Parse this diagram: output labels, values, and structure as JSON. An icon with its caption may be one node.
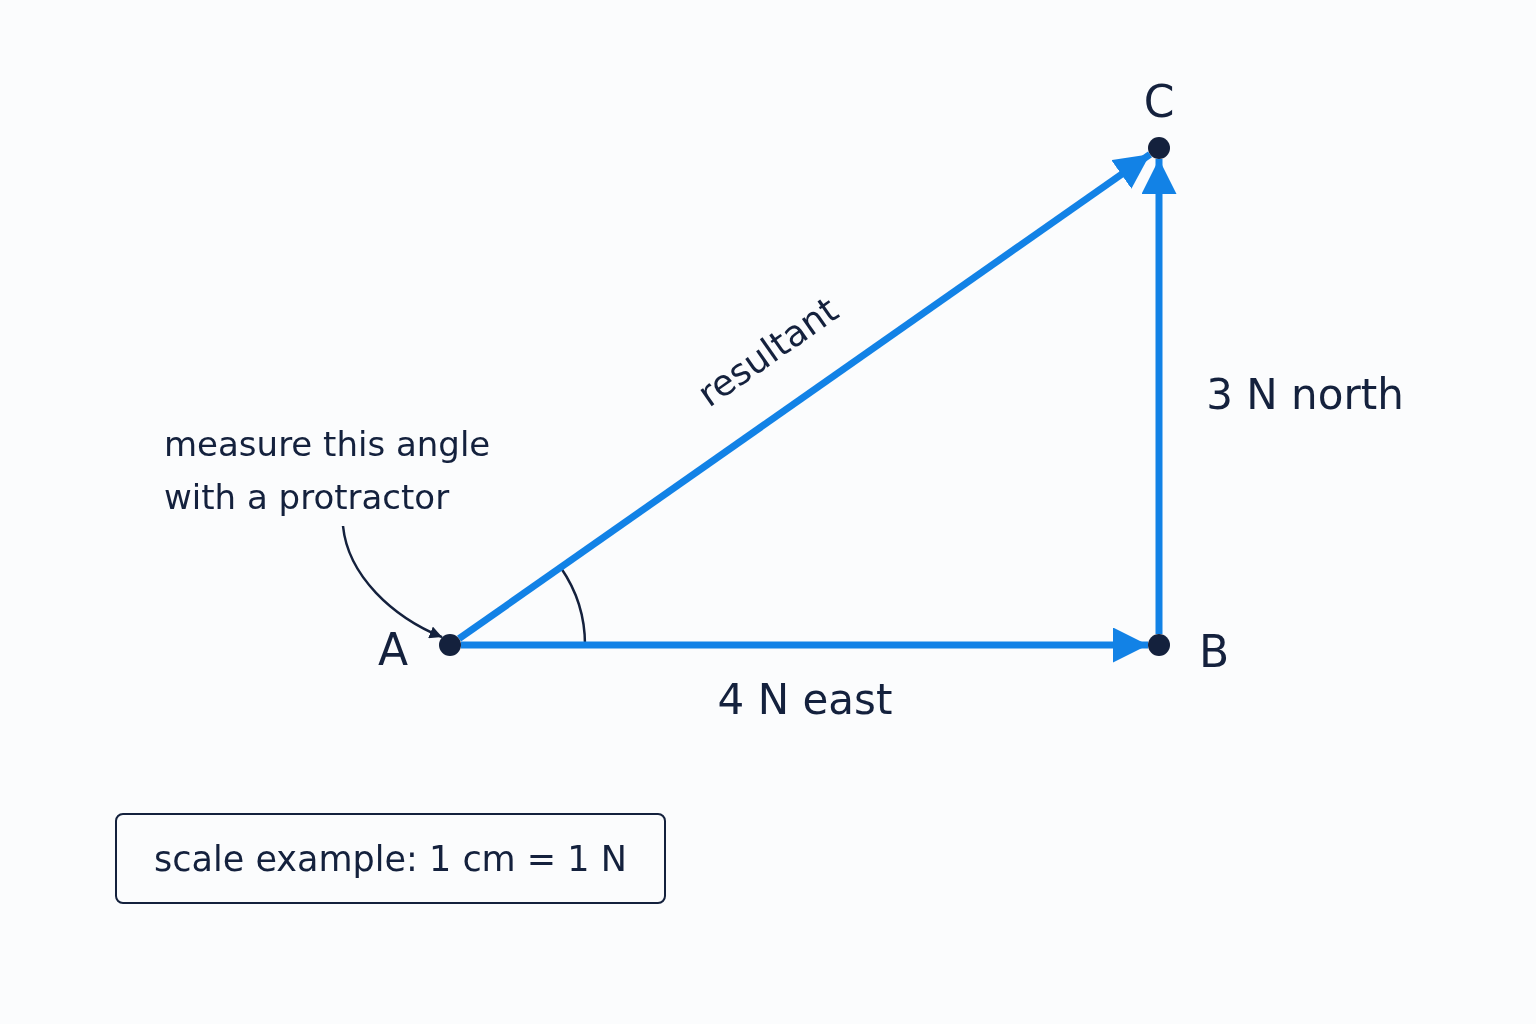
{
  "diagram": {
    "nodes": [
      {
        "text": [],
        "shape": "circle",
        "beside": [
          "A"
        ]
      },
      {
        "text": [],
        "shape": "circle",
        "beside": [
          "B"
        ]
      },
      {
        "text": [],
        "shape": "circle",
        "beside": [
          "C"
        ]
      },
      {
        "text": [
          "measure this angle with a protractor"
        ]
      },
      {
        "text": [
          "scale example: 1 cm = 1 N"
        ]
      }
    ],
    "edges": [
      {
        "from": 0,
        "to": 1,
        "arrow": "to",
        "label": "4 N east"
      },
      {
        "from": 1,
        "to": 2,
        "arrow": "to",
        "label": "3 N north"
      },
      {
        "from": 0,
        "to": 2,
        "arrow": "to",
        "label": "resultant"
      },
      {
        "from": 3,
        "to": 0,
        "arrow": "to",
        "color": "#14213d"
      }
    ]
  }
}
